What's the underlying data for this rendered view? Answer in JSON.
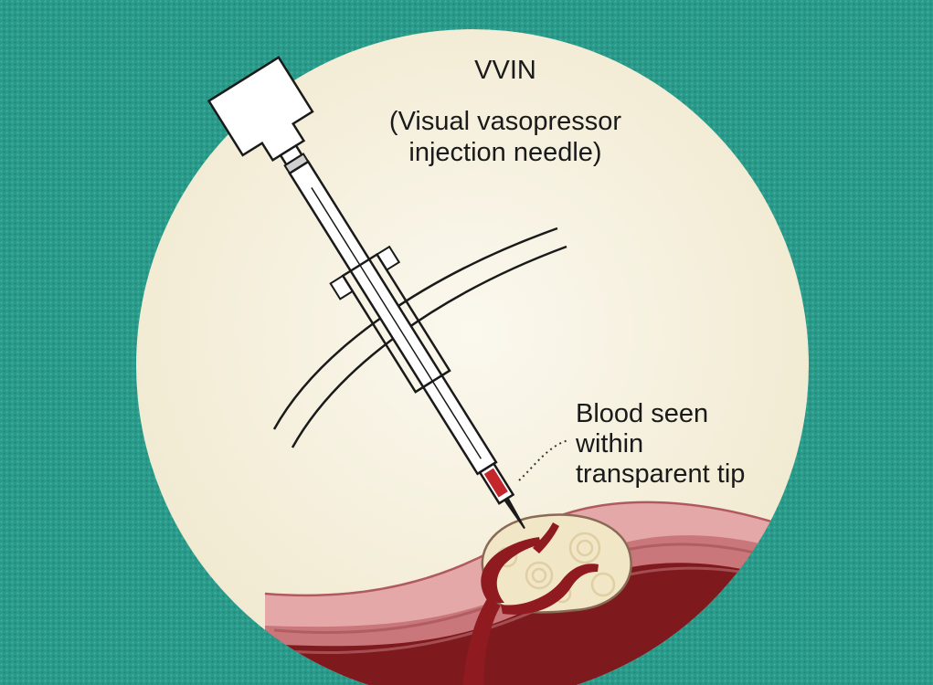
{
  "title": {
    "line1": "VVIN",
    "line2": "(Visual vasopressor",
    "line3": "injection needle)"
  },
  "callout": {
    "line1": "Blood seen",
    "line2": "within",
    "line3": "transparent tip"
  },
  "colors": {
    "background": "#2a9b8b",
    "circle_fill": "#f4efd9",
    "tissue_pink": "#e2a3a3",
    "tissue_dark": "#7e1a1d",
    "blood": "#8f1a1f",
    "clot": "#f1e6c6",
    "needle_outline": "#222222"
  }
}
